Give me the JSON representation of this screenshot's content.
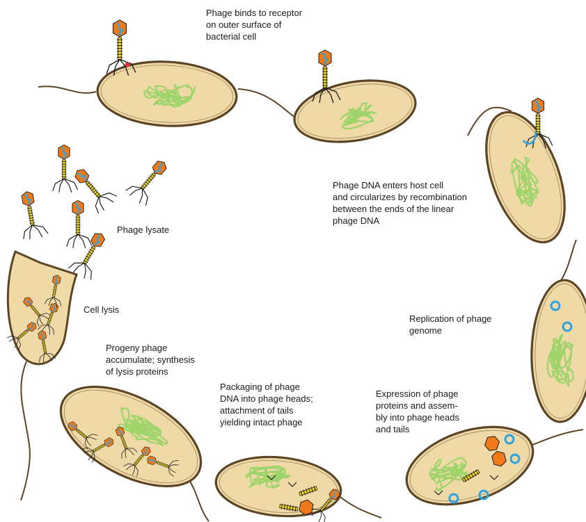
{
  "diagram": {
    "type": "lytic phage life cycle",
    "colors": {
      "cell_fill": "#efd9a6",
      "cell_outline": "#5b4525",
      "phage_head": "#f07a1a",
      "phage_dna": "#2fa3e0",
      "phage_tail": "#f2d61f",
      "bacterial_dna": "#9fd46a",
      "phage_fibers": "#1a1a1a",
      "receptor": "#e8303a"
    },
    "steps": [
      {
        "id": "binding",
        "text": "Phage binds to receptor\non outer surface of\nbacterial cell"
      },
      {
        "id": "entry",
        "text": "Phage DNA enters host cell\nand circularizes by recombination\nbetween the ends of the linear\nphage DNA"
      },
      {
        "id": "replication",
        "text": "Replication of phage\ngenome"
      },
      {
        "id": "expression",
        "text": "Expression of phage\nproteins and assem-\nbly into phage heads\nand tails"
      },
      {
        "id": "packaging",
        "text": "Packaging of phage\nDNA into phage heads;\nattachment of tails\nyielding intact phage"
      },
      {
        "id": "accumulation",
        "text": "Progeny phage\naccumulate; synthesis\nof lysis proteins"
      },
      {
        "id": "lysis",
        "text": "Cell lysis"
      },
      {
        "id": "lysate",
        "text": "Phage lysate"
      }
    ]
  }
}
